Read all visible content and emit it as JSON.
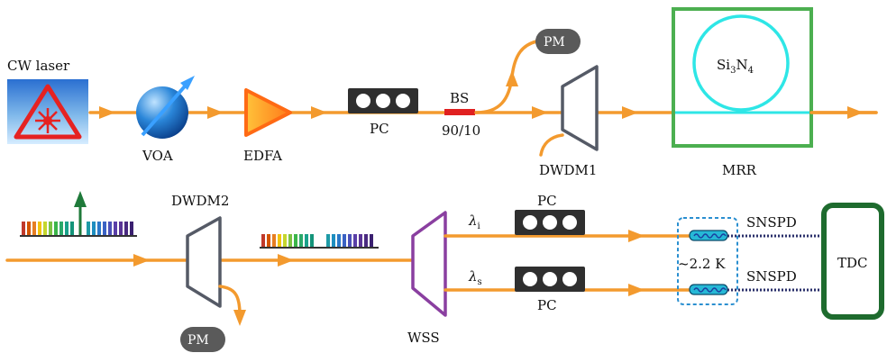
{
  "labels": {
    "cw_laser": "CW laser",
    "voa": "VOA",
    "edfa": "EDFA",
    "pc_top": "PC",
    "bs": "BS",
    "bs_ratio": "90/10",
    "pm_top": "PM",
    "dwdm1": "DWDM1",
    "mrr": "MRR",
    "chip_material_prefix": "Si",
    "chip_material_sub1": "3",
    "chip_material_mid": "N",
    "chip_material_sub2": "4",
    "dwdm2": "DWDM2",
    "pm_bottom": "PM",
    "wss": "WSS",
    "lambda_idler_symbol": "λ",
    "lambda_idler_sub": "i",
    "lambda_signal_symbol": "λ",
    "lambda_signal_sub": "s",
    "pc_idler": "PC",
    "pc_signal": "PC",
    "temperature": "~2.2 K",
    "snspd_top": "SNSPD",
    "snspd_bottom": "SNSPD",
    "tdc": "TDC"
  },
  "colors": {
    "fiber": "#f39a2e",
    "mrr_frame": "#4caf50",
    "ring": "#2ee6e6",
    "wss": "#8a3fa0",
    "tdc_frame": "#1e6b2e",
    "bs": "#e02020",
    "pm": "#5a5a5a",
    "cryostat": "#2a8fd0"
  },
  "icons": [
    "laser-hazard-icon",
    "voa-sphere-icon",
    "edfa-triangle-icon",
    "polarization-controller-icon",
    "spectrum-comb-icon",
    "snspd-detector-icon"
  ]
}
